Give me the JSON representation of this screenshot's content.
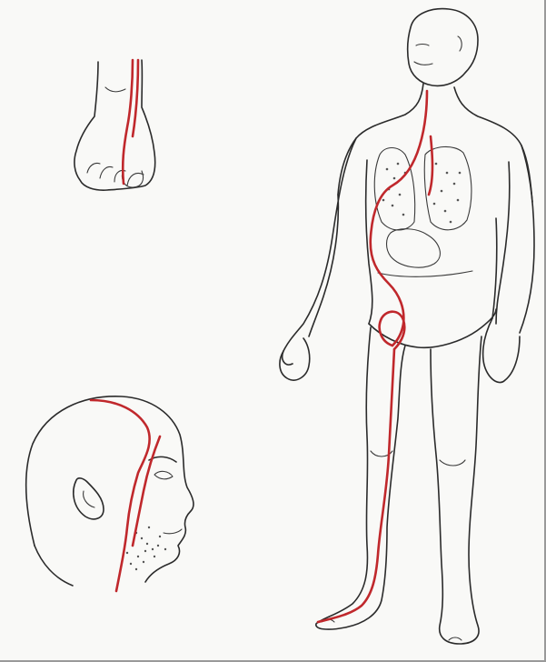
{
  "figure": {
    "kind": "anatomical line illustration",
    "panels": [
      "foot",
      "head-profile",
      "standing-figure"
    ],
    "colors": {
      "meridian": "#c0282c",
      "ink": "#2b2b2b",
      "background": "#f9f9f7"
    }
  }
}
